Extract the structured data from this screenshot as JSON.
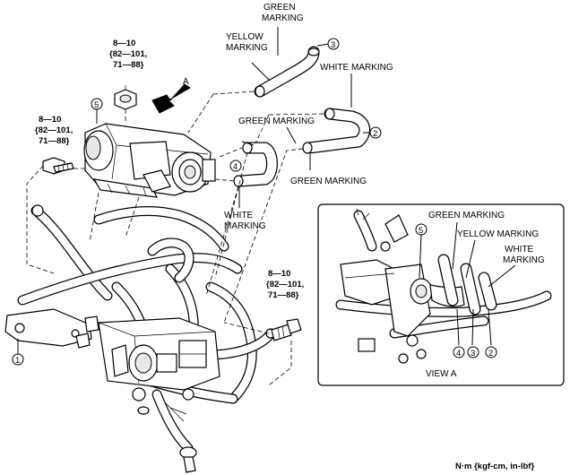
{
  "labels": {
    "green_marking": "GREEN MARKING",
    "green_word": "GREEN",
    "marking_word": "MARKING",
    "yellow_word": "YELLOW",
    "white_word": "WHITE",
    "white_marking": "WHITE MARKING",
    "yellow_marking": "YELLOW MARKING",
    "arrow_a": "A",
    "view_a": "VIEW A"
  },
  "torque": {
    "line1": "8—10",
    "line2": "{82—101,",
    "line3": "71—88}"
  },
  "callouts": [
    "1",
    "2",
    "3",
    "4",
    "5"
  ],
  "units": "N·m {kgf-cm, in-lbf}"
}
